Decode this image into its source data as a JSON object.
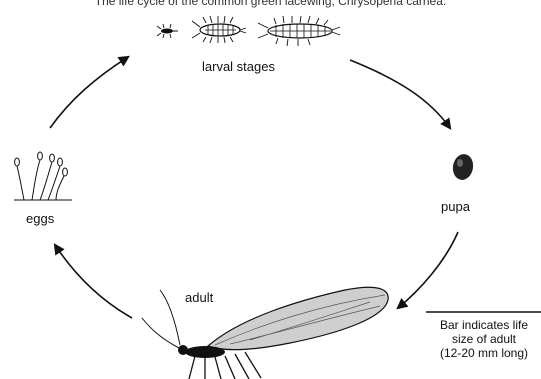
{
  "diagram": {
    "top_text": "The life cycle of the common green lacewing, Chrysoperla carnea.",
    "stages": {
      "larval": "larval stages",
      "pupa": "pupa",
      "eggs": "eggs",
      "adult": "adult"
    },
    "scale_caption": [
      "Bar indicates life",
      "size of adult",
      "(12-20 mm long)"
    ]
  }
}
